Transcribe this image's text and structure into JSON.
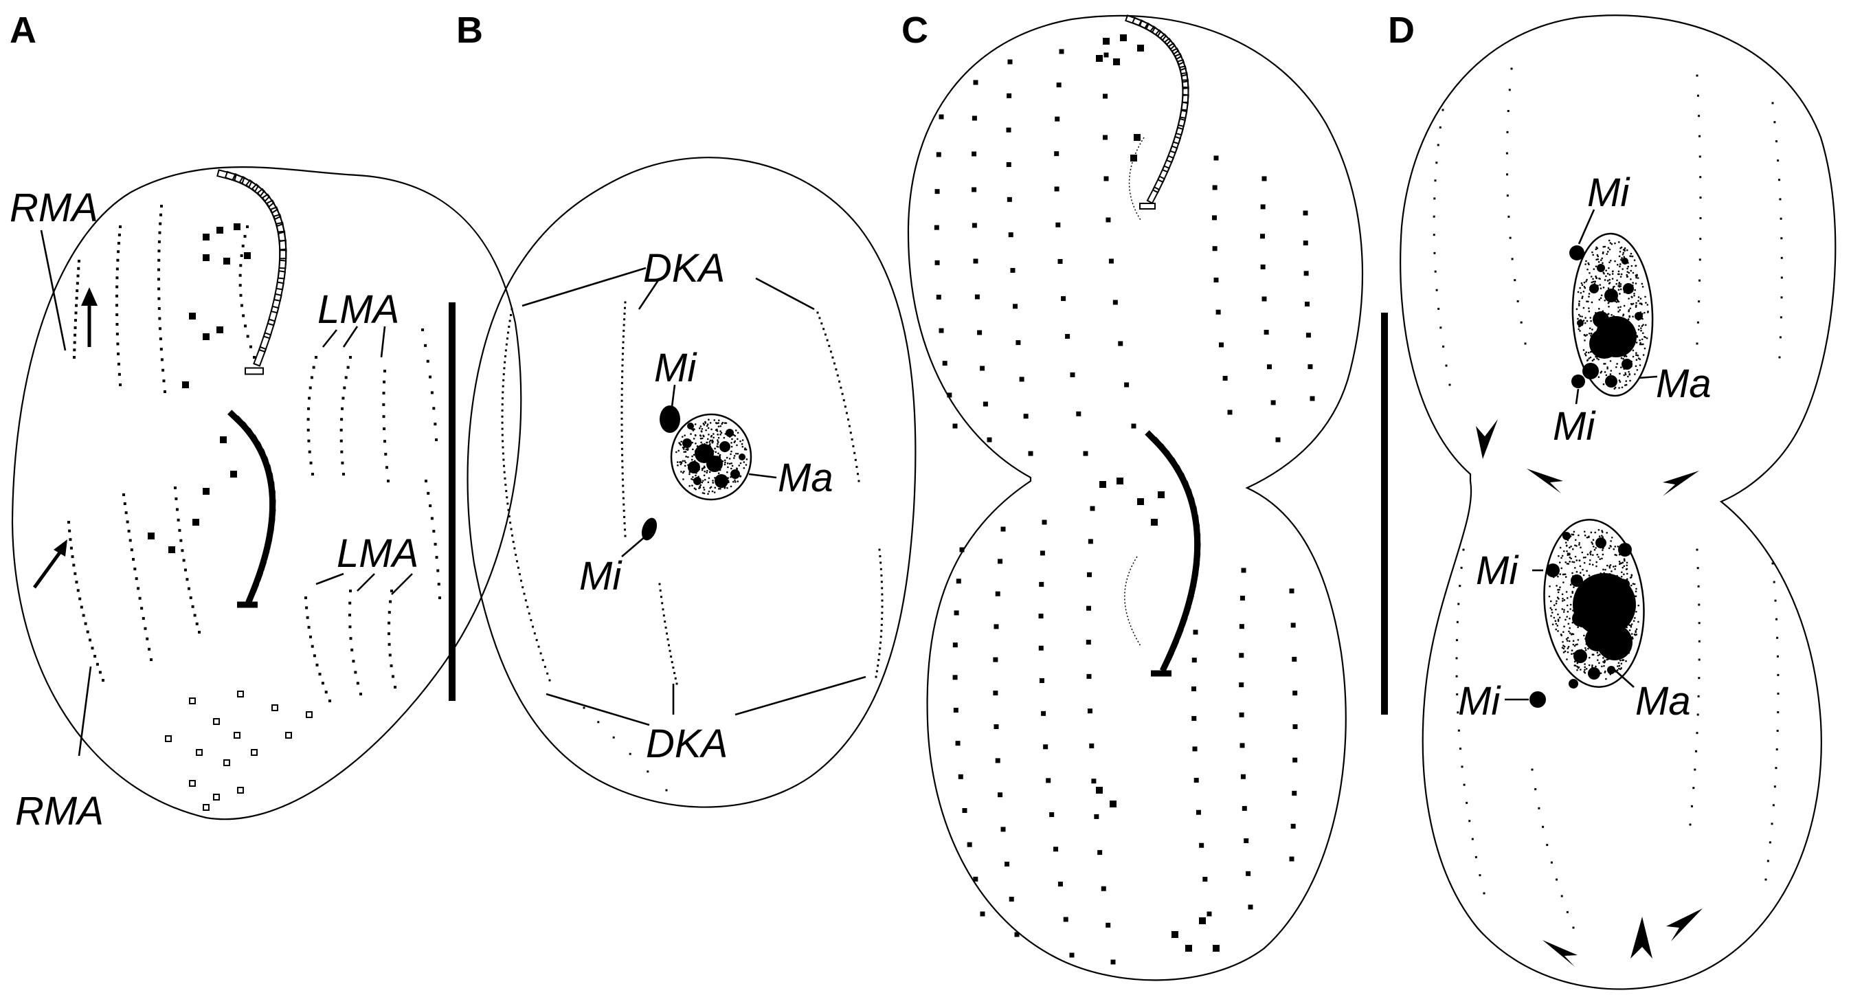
{
  "panels": [
    {
      "letter": "A",
      "labels": [
        "RMA",
        "LMA",
        "LMA",
        "RMA"
      ]
    },
    {
      "letter": "B",
      "labels": [
        "DKA",
        "Mi",
        "Ma",
        "Mi",
        "DKA"
      ]
    },
    {
      "letter": "C",
      "labels": []
    },
    {
      "letter": "D",
      "labels": [
        "Mi",
        "Ma",
        "Mi",
        "Mi",
        "Mi",
        "Ma"
      ]
    }
  ],
  "icons": {
    "arrow": "arrow-icon",
    "arrowhead": "arrowhead-icon"
  },
  "colors": {
    "ink": "#000000",
    "background": "#ffffff"
  }
}
